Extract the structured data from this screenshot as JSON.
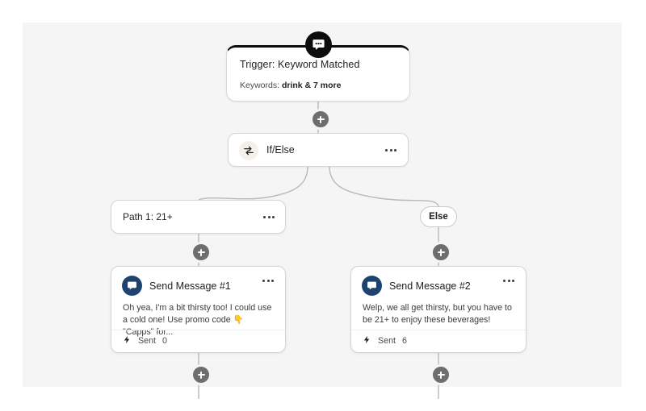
{
  "canvas": {
    "background_color": "#f5f5f5",
    "page_background_color": "#ffffff"
  },
  "flow": {
    "trigger": {
      "icon": "chat-bubble-dots-icon",
      "title": "Trigger: Keyword Matched",
      "sub_label": "Keywords:",
      "sub_value": "drink & 7 more",
      "border_color": "#0d0d0d"
    },
    "condition": {
      "icon": "swap-arrows-icon",
      "label": "If/Else",
      "menu": "more-options",
      "icon_background": "#f4f0ea"
    },
    "branches": [
      {
        "type": "path",
        "label": "Path 1: 21+",
        "menu": "more-options"
      },
      {
        "type": "else",
        "label": "Else"
      }
    ],
    "messages": [
      {
        "icon": "chat-bubble-icon",
        "title": "Send Message #1",
        "body": "Oh yea, I'm a bit thirsty too! I could use a cold one! Use promo code 👇 \"Capps\" for...",
        "stat_icon": "lightning-bolt-icon",
        "stat_label": "Sent",
        "stat_value": "0",
        "avatar_color": "#1f4370"
      },
      {
        "icon": "chat-bubble-icon",
        "title": "Send Message #2",
        "body": "Welp, we all get thirsty, but you have to be 21+ to enjoy these beverages!",
        "stat_icon": "lightning-bolt-icon",
        "stat_label": "Sent",
        "stat_value": "6",
        "avatar_color": "#1f4370"
      }
    ],
    "add_buttons": [
      {
        "name": "add-step-after-trigger"
      },
      {
        "name": "add-step-after-path-1"
      },
      {
        "name": "add-step-after-else"
      },
      {
        "name": "add-step-after-message-1"
      },
      {
        "name": "add-step-after-message-2"
      }
    ]
  }
}
